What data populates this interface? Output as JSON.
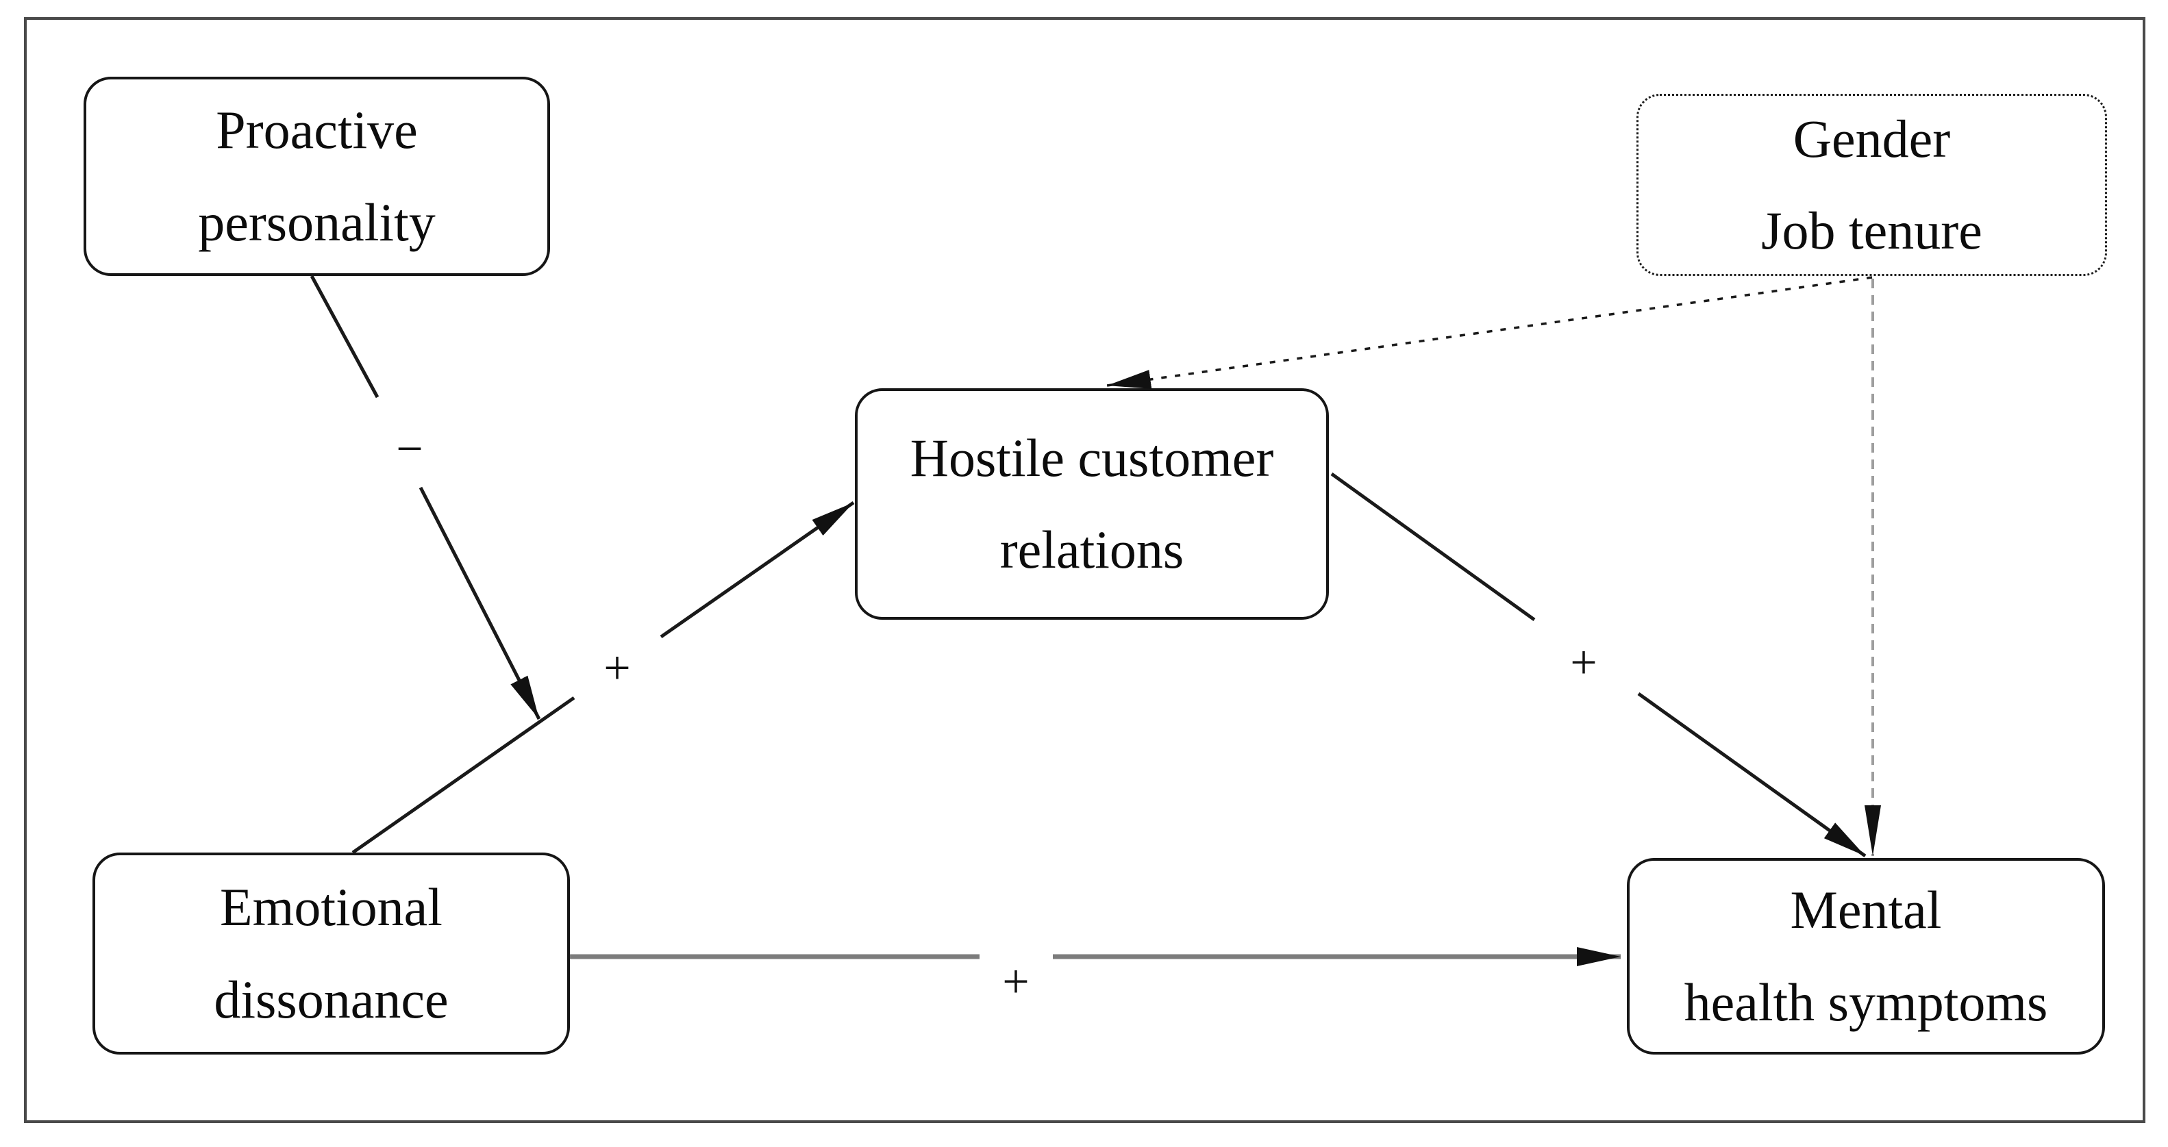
{
  "figure": {
    "type": "path-model-diagram",
    "background": "#ffffff",
    "nodes": [
      {
        "id": "proactive",
        "lines": [
          "Proactive",
          "personality"
        ],
        "border": "solid"
      },
      {
        "id": "controls",
        "lines": [
          "Gender",
          "Job tenure"
        ],
        "border": "dotted"
      },
      {
        "id": "hostile",
        "lines": [
          "Hostile customer",
          "relations"
        ],
        "border": "solid"
      },
      {
        "id": "emotional",
        "lines": [
          "Emotional",
          "dissonance"
        ],
        "border": "solid"
      },
      {
        "id": "mental",
        "lines": [
          "Mental",
          "health symptoms"
        ],
        "border": "solid"
      }
    ],
    "edges": [
      {
        "name": "proactive-moderates-emotional-hostile-path",
        "sign": "−",
        "line": "solid-black",
        "arrow": "filled"
      },
      {
        "name": "emotional-to-hostile",
        "sign": "+",
        "line": "solid-black",
        "arrow": "filled"
      },
      {
        "name": "hostile-to-mental",
        "sign": "+",
        "line": "solid-black",
        "arrow": "filled"
      },
      {
        "name": "emotional-to-mental",
        "sign": "+",
        "line": "solid-gray",
        "arrow": "filled"
      },
      {
        "name": "controls-to-hostile",
        "line": "dashed-black",
        "arrow": "filled"
      },
      {
        "name": "controls-to-mental",
        "line": "dashed-gray",
        "arrow": "filled"
      }
    ],
    "colors": {
      "frame_border": "#4a4a4a",
      "node_border": "#161616",
      "line_black": "#1a1a1a",
      "line_gray": "#7c7c7c",
      "dash_gray": "#9e9e9e",
      "arrow_fill": "#111111",
      "text": "#0c0c0c"
    }
  }
}
